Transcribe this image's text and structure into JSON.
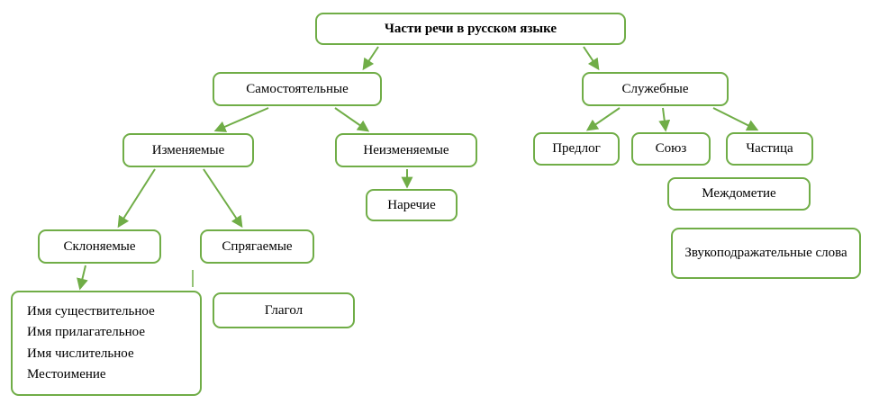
{
  "theme": {
    "accent": "#70ad47",
    "box_background": "#ffffff",
    "text_color": "#000000"
  },
  "diagram": {
    "title": "Части речи в русском языке",
    "nodes": {
      "root": {
        "label": "Части речи в русском языке"
      },
      "samost": {
        "label": "Самостоятельные"
      },
      "sluzh": {
        "label": "Служебные"
      },
      "izmen": {
        "label": "Изменяемые"
      },
      "neizmen": {
        "label": "Неизменяемые"
      },
      "predlog": {
        "label": "Предлог"
      },
      "soyuz": {
        "label": "Союз"
      },
      "chastitsa": {
        "label": "Частица"
      },
      "narechie": {
        "label": "Наречие"
      },
      "mezhdometie": {
        "label": "Междометие"
      },
      "sklon": {
        "label": "Склоняемые"
      },
      "spryag": {
        "label": "Спрягаемые"
      },
      "zvuko": {
        "label": "Звукоподражательные слова"
      },
      "glagol": {
        "label": "Глагол"
      },
      "declist": {
        "items": [
          "Имя существительное",
          "Имя прилагательное",
          "Имя числительное",
          "Местоимение"
        ]
      }
    }
  }
}
